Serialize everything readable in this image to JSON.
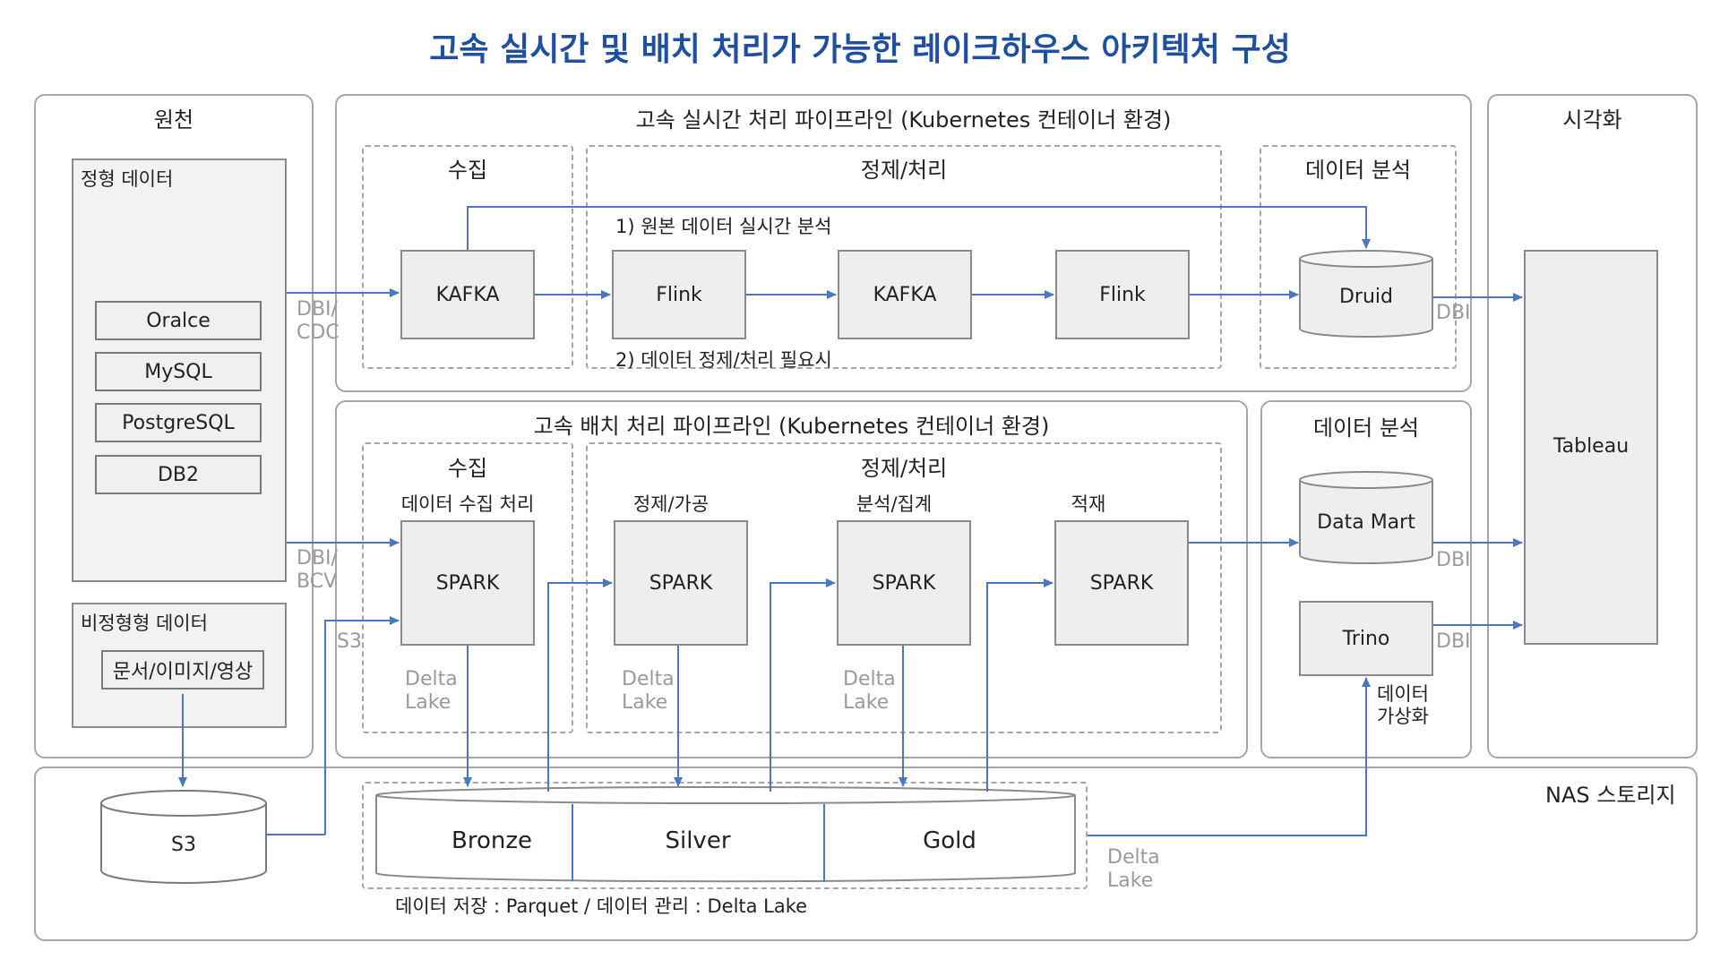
{
  "title": "고속 실시간 및 배치 처리가 가능한 레이크하우스 아키텍처 구성",
  "source": {
    "title": "원천",
    "structured": {
      "label": "정형 데이터",
      "items": [
        "Oralce",
        "MySQL",
        "PostgreSQL",
        "DB2"
      ]
    },
    "unstructured": {
      "label": "비정형형 데이터",
      "item": "문서/이미지/영상"
    }
  },
  "realtime": {
    "title": "고속 실시간 처리 파이프라인 (Kubernetes 컨테이너 환경)",
    "collect": "수집",
    "refine": "정제/처리",
    "analysis": "데이터 분석",
    "note1": "1) 원본 데이터 실시간 분석",
    "note2": "2) 데이터 정제/처리 필요시",
    "kafka1": "KAFKA",
    "flink1": "Flink",
    "kafka2": "KAFKA",
    "flink2": "Flink",
    "druid": "Druid",
    "in_label": "DBI/\nCDC",
    "out_label": "DBI"
  },
  "batch": {
    "title": "고속 배치 처리 파이프라인 (Kubernetes 컨테이너 환경)",
    "collect": "수집",
    "refine": "정제/처리",
    "step_collect": "데이터 수집 처리",
    "step_clean": "정제/가공",
    "step_agg": "분석/집계",
    "step_load": "적재",
    "spark": "SPARK",
    "delta": "Delta\nLake",
    "in_label": "DBI/\nBCV",
    "s3_label": "S3"
  },
  "analysis2": {
    "title": "데이터 분석",
    "datamart": "Data Mart",
    "trino": "Trino",
    "dbi": "DBI",
    "virtual": "데이터\n가상화"
  },
  "viz": {
    "title": "시각화",
    "tableau": "Tableau"
  },
  "nas": {
    "title": "NAS 스토리지",
    "s3": "S3",
    "bronze": "Bronze",
    "silver": "Silver",
    "gold": "Gold",
    "delta": "Delta\nLake",
    "storage_note": "데이터 저장 : Parquet / 데이터 관리 : Delta Lake"
  },
  "colors": {
    "title": "#1f4fa0",
    "arrow": "#4a78c0",
    "border": "#a6a6a6"
  }
}
